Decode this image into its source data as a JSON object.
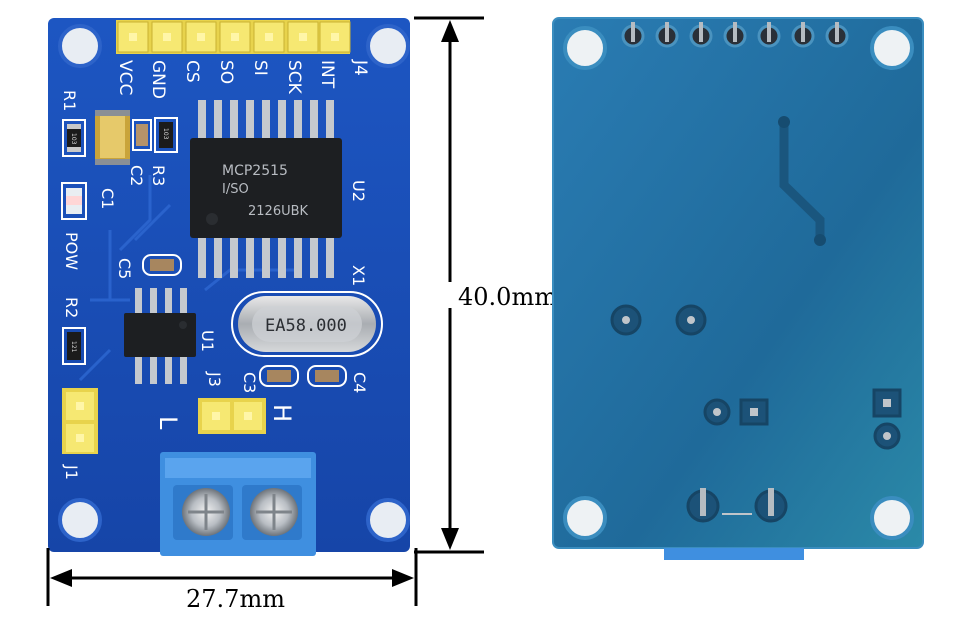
{
  "dimensions": {
    "height": "40.0mm",
    "width": "27.7mm"
  },
  "front": {
    "header_pins": [
      "VCC",
      "GND",
      "CS",
      "SO",
      "SI",
      "SCK",
      "INT"
    ],
    "connector_label": "J4",
    "ic_main": {
      "line1": "MCP2515",
      "line2": "I/SO",
      "line3": "2126UBK",
      "ref": "U2"
    },
    "ic_secondary_ref": "U1",
    "crystal": {
      "marking": "EA58.000",
      "ref": "X1"
    },
    "silk_labels": {
      "r1": "R1",
      "r2": "R2",
      "r3": "R3",
      "c1": "C1",
      "c2": "C2",
      "c3": "C3",
      "c4": "C4",
      "c5": "C5",
      "pow": "POW",
      "j1": "J1",
      "j3": "J3",
      "low": "L",
      "high": "H"
    },
    "resistor_marks": {
      "r1": "103",
      "r2": "121",
      "r3": "103"
    }
  },
  "colors": {
    "pcb_front": "#1a4fb8",
    "pcb_back": "#1f6a9a",
    "header": "#f4e25a",
    "terminal": "#3f8fe0"
  }
}
